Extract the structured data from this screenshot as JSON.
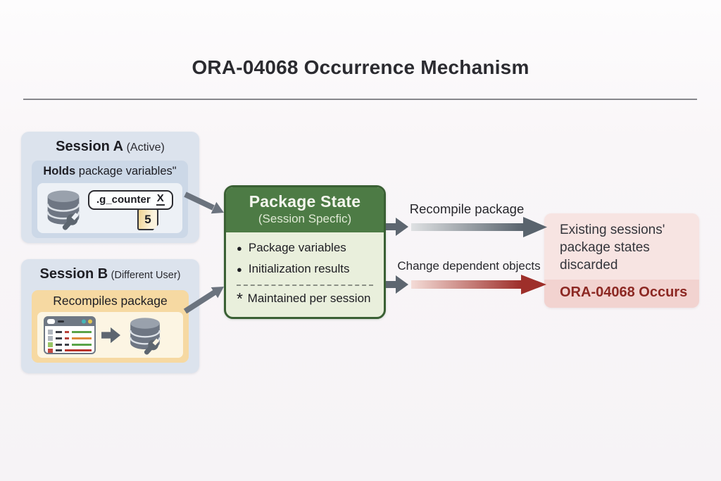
{
  "title": "ORA-04068 Occurrence Mechanism",
  "session_a": {
    "title": "Session A",
    "subtitle": "(Active)",
    "action_bold": "Holds",
    "action_rest": " package variables\"",
    "variable_name": ".g_counter",
    "variable_symbol": "X",
    "variable_value": "5"
  },
  "session_b": {
    "title": "Session B",
    "subtitle": "(Different User)",
    "action": "Recompiles package"
  },
  "package_state": {
    "title": "Package State",
    "subtitle": "(Session Specfic)",
    "bullet": "●",
    "items": [
      "Package variables",
      "Initialization results"
    ],
    "footnote_marker": "*",
    "footnote": "Maintained per session"
  },
  "arrows": {
    "top_label": "Recompile package",
    "bottom_label": "Change dependent objects"
  },
  "result": {
    "text": "Existing sessions' package states discarded",
    "error": "ORA-04068 Occurs"
  },
  "icons": {
    "database": "database-icon",
    "wrench": "wrench-icon",
    "code_editor": "code-editor-icon",
    "arrow_right": "arrow-right-icon"
  },
  "colors": {
    "header_green": "#4d7b45",
    "body_green": "#e9efdc",
    "session_blue": "#dce3ed",
    "recompile_orange": "#f6d9a2",
    "result_pink": "#f7e4e2",
    "error_red": "#8c2823",
    "arrow_gray": "#5d6670",
    "arrow_red": "#9e2f2a"
  }
}
